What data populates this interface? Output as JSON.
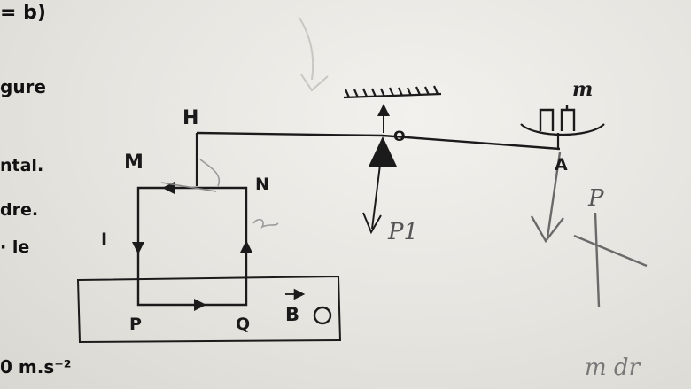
{
  "page": {
    "margin_text": [
      "= b)",
      "gure",
      "ntal.",
      "dre.",
      "· le",
      "0 m.s⁻²"
    ],
    "corner_text": "m dr"
  },
  "diagram": {
    "labels": {
      "H": "H",
      "O": "O",
      "A": "A",
      "M": "M",
      "N": "N",
      "I": "I",
      "P": "P",
      "Q": "Q",
      "m": "m",
      "B": "B",
      "P1": "P1"
    }
  },
  "colors": {
    "ink": "#1b1b1b",
    "pencil": "#6a6a6a"
  }
}
